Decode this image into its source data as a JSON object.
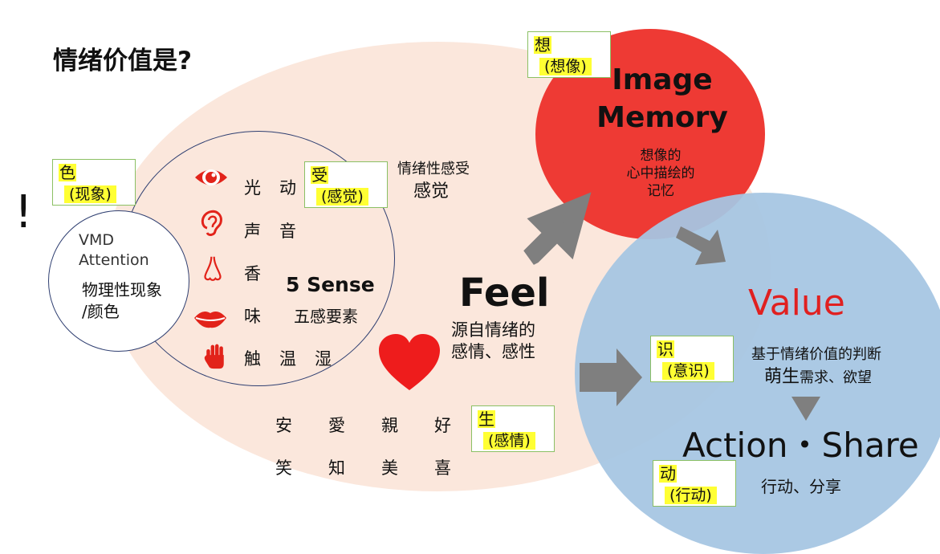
{
  "title": "情绪价值是?",
  "exclamation": "!",
  "colors": {
    "peach": "#fbe7dc",
    "red_circle": "#ee3a34",
    "blue_circle": "#a6c6e2",
    "tag_border": "#8bc064",
    "highlight": "#ffff33",
    "value_text": "#e02020",
    "arrow": "#7f7f7f"
  },
  "tags": {
    "color": {
      "char": "色",
      "sub": "(现象)"
    },
    "receive": {
      "char": "受",
      "sub": "(感觉)"
    },
    "think": {
      "char": "想",
      "sub": "(想像)"
    },
    "live": {
      "char": "生",
      "sub": "(感情)"
    },
    "know": {
      "char": "识",
      "sub": "(意识)"
    },
    "move": {
      "char": "动",
      "sub": "(行动)"
    }
  },
  "vmd": {
    "line1": "VMD",
    "line2": "Attention",
    "line3": "物理性现象",
    "line4": "/颜色"
  },
  "senses": [
    {
      "icon": "eye-icon",
      "chars": [
        "光",
        "动"
      ]
    },
    {
      "icon": "ear-icon",
      "chars": [
        "声",
        "音"
      ]
    },
    {
      "icon": "nose-icon",
      "chars": [
        "香"
      ]
    },
    {
      "icon": "lips-icon",
      "chars": [
        "味"
      ]
    },
    {
      "icon": "hand-icon",
      "chars": [
        "触",
        "温",
        "湿"
      ]
    }
  ],
  "five_sense": {
    "label": "5 Sense",
    "sub": "五感要素"
  },
  "emotion": {
    "small": "情绪性感受",
    "big": "感觉"
  },
  "feel": {
    "label": "Feel",
    "sub1": "源自情绪的",
    "sub2": "感情、感性"
  },
  "feelings_row1": [
    "安",
    "愛",
    "親",
    "好"
  ],
  "feelings_row2": [
    "笑",
    "知",
    "美",
    "喜"
  ],
  "image_memory": {
    "line1": "Image",
    "line2": "Memory",
    "sub1": "想像的",
    "sub2": "心中描绘的",
    "sub3": "记忆"
  },
  "value": {
    "label": "Value",
    "sub1": "基于情绪价值的判断",
    "sub2_big": "萌生",
    "sub2_rest": "需求、欲望"
  },
  "action": {
    "label": "Action・Share",
    "sub": "行动、分享"
  }
}
